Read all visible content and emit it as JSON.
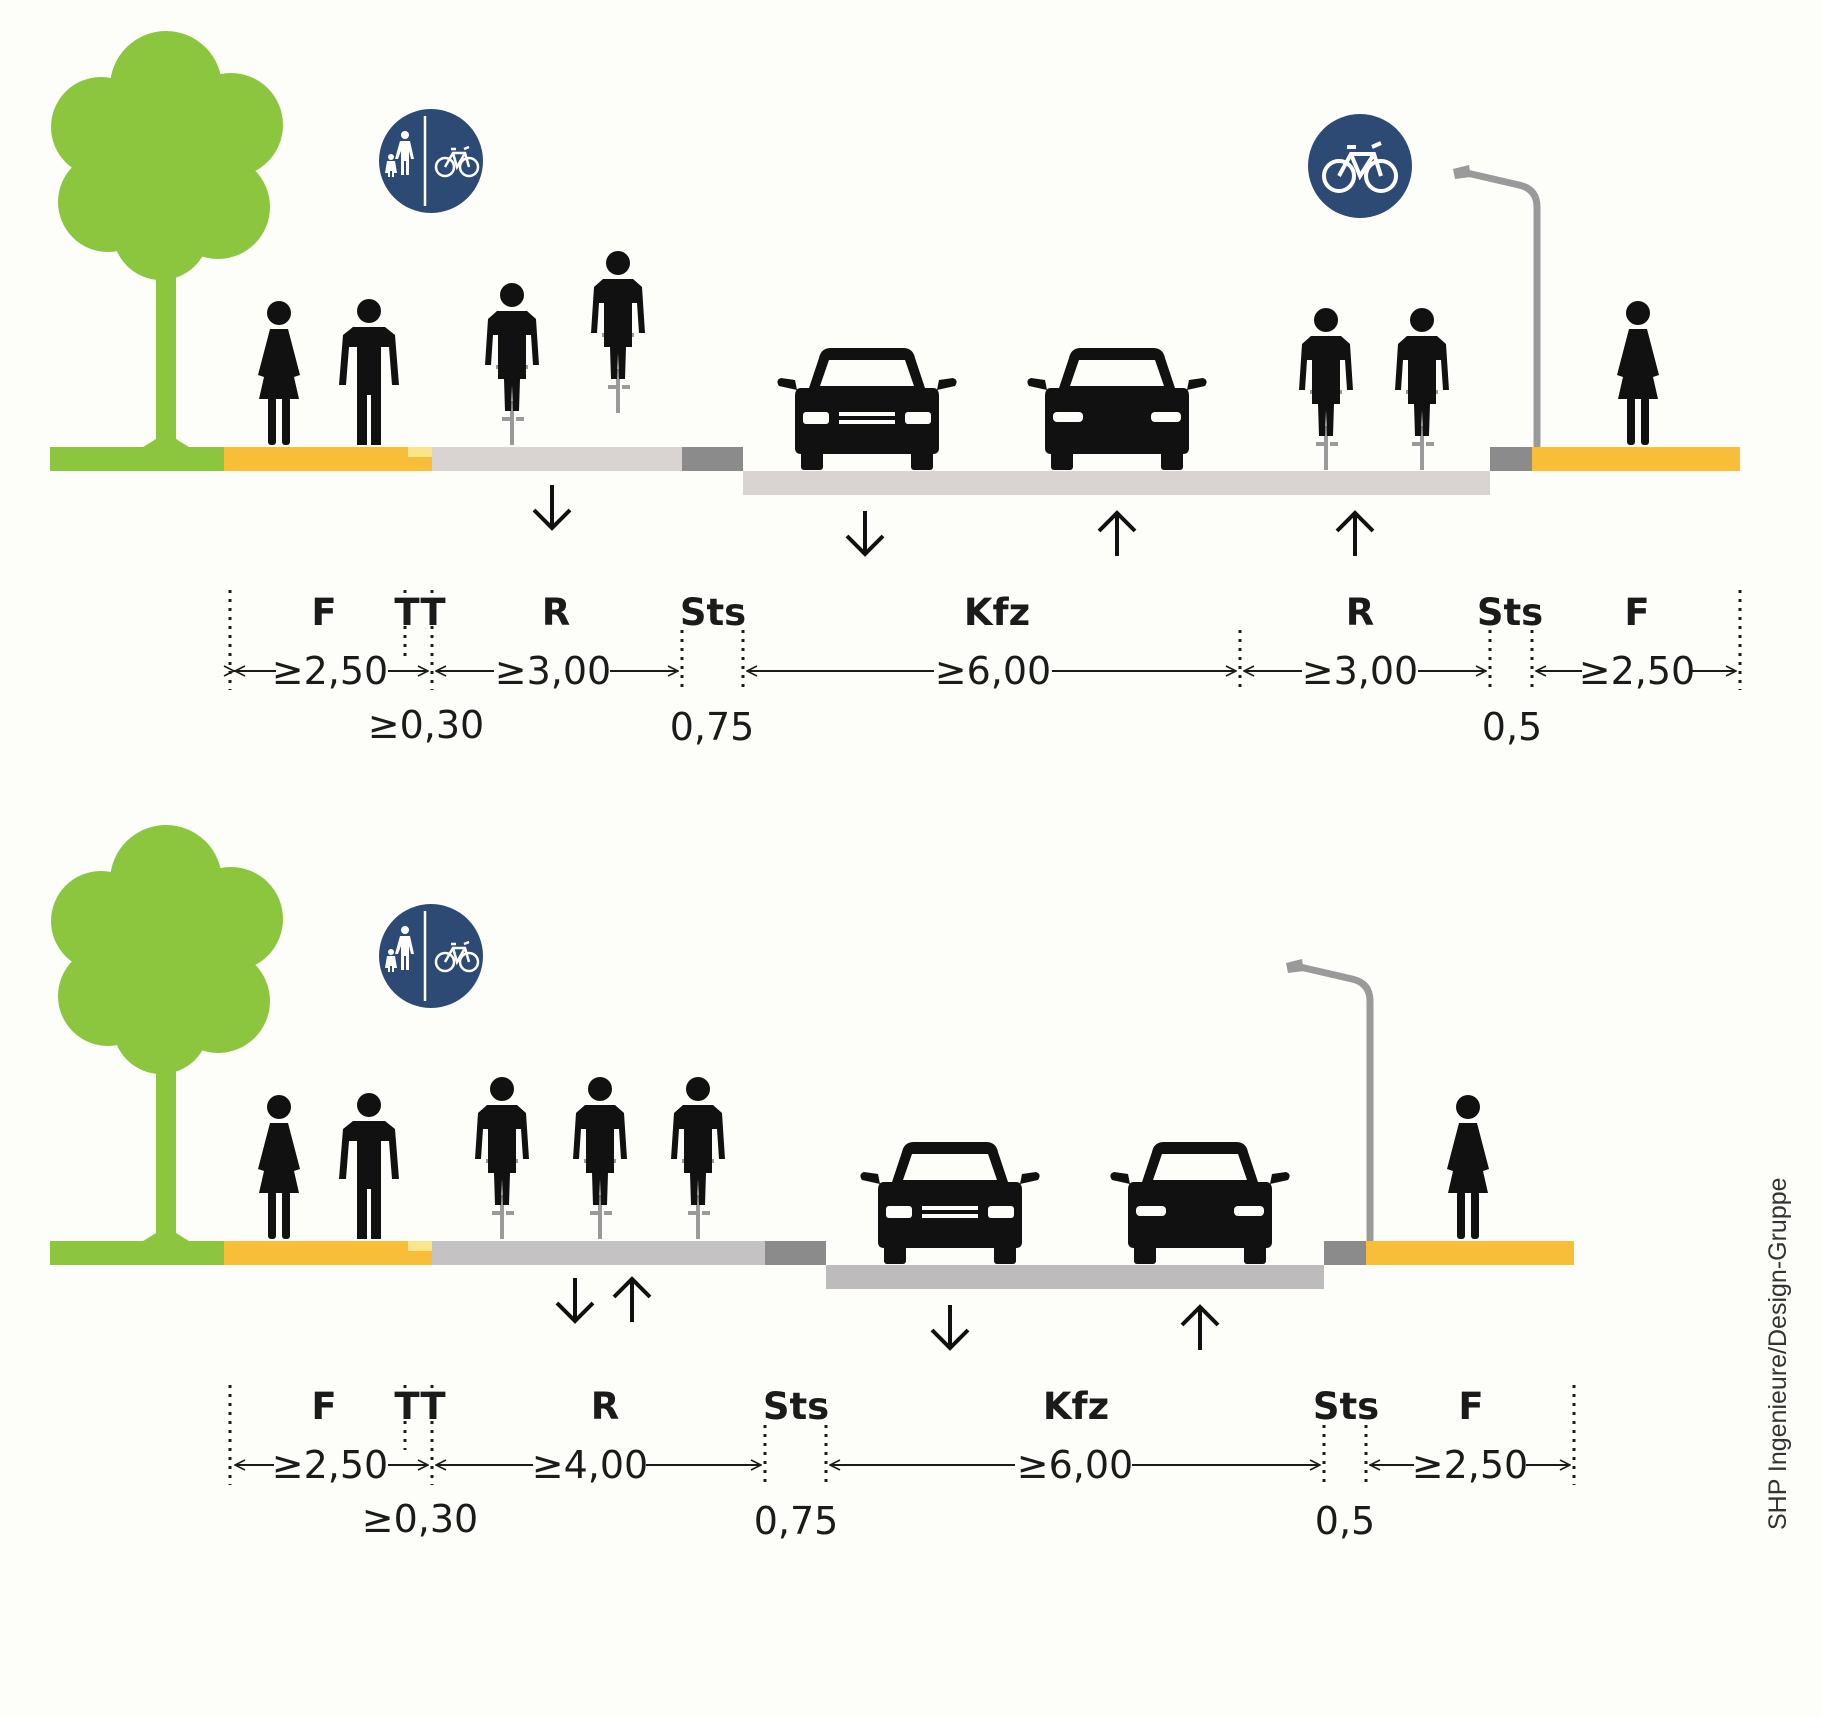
{
  "palette": {
    "green": "#8cc63f",
    "yellow": "#f9be37",
    "tactile": "#fbe588",
    "bike_lane": "#d9d4d1",
    "bike_lane_2": "#c4c2c2",
    "road": "#d9d4d1",
    "road_2": "#bdbbbb",
    "curb": "#8b8b8b",
    "sign_blue": "#2c4a73",
    "pole": "#9a9a9a",
    "figure": "#111111"
  },
  "icons": {
    "tree": "tree-icon",
    "pedestrian_woman": "pedestrian-woman-icon",
    "pedestrian_man": "pedestrian-man-icon",
    "cyclist": "cyclist-icon",
    "car": "car-front-icon",
    "shared_path_sign": "shared-foot-bike-path-sign-icon",
    "bike_path_sign": "bike-path-sign-icon",
    "street_lamp": "street-lamp-icon",
    "direction_arrow": "direction-arrow-icon"
  },
  "credit": "SHP Ingenieure/Design-Gruppe",
  "sections": [
    {
      "id": "top",
      "labels": {
        "f_left": "F",
        "tt": "TT",
        "r_left": "R",
        "sts_left": "Sts",
        "kfz": "Kfz",
        "r_right": "R",
        "sts_right": "Sts",
        "f_right": "F"
      },
      "dims": {
        "f_left": "≥2,50",
        "tt": "≥0,30",
        "r_left": "≥3,00",
        "sts_left": "0,75",
        "kfz": "≥6,00",
        "r_right": "≥3,00",
        "sts_right": "0,5",
        "f_right": "≥2,50"
      },
      "directions": {
        "r_left": [
          "down"
        ],
        "kfz": [
          "down",
          "up"
        ],
        "r_right": [
          "up"
        ]
      }
    },
    {
      "id": "bottom",
      "labels": {
        "f_left": "F",
        "tt": "TT",
        "r": "R",
        "sts_left": "Sts",
        "kfz": "Kfz",
        "sts_right": "Sts",
        "f_right": "F"
      },
      "dims": {
        "f_left": "≥2,50",
        "tt": "≥0,30",
        "r": "≥4,00",
        "sts_left": "0,75",
        "kfz": "≥6,00",
        "sts_right": "0,5",
        "f_right": "≥2,50"
      },
      "directions": {
        "r": [
          "down",
          "up"
        ],
        "kfz": [
          "down",
          "up"
        ]
      }
    }
  ]
}
